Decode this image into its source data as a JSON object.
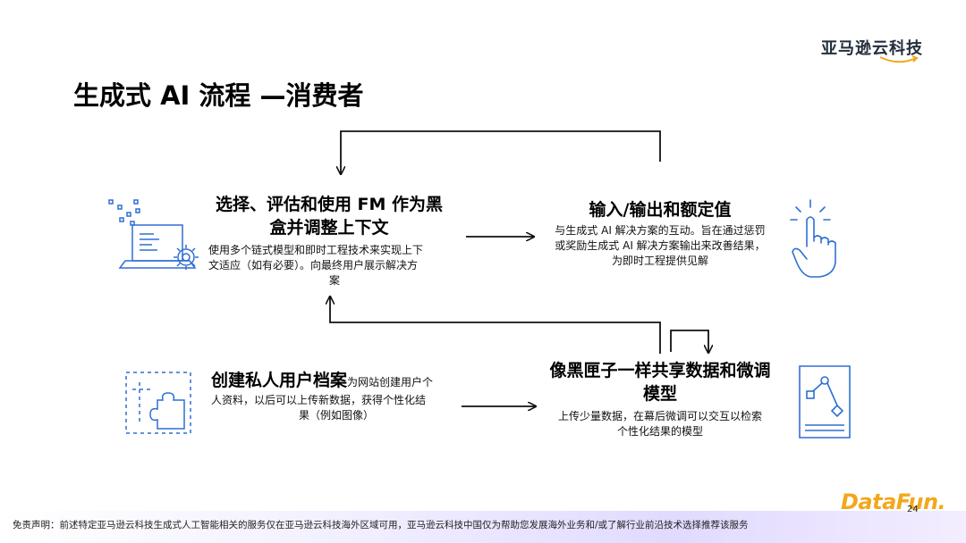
{
  "brand": "亚马逊云科技",
  "title": "生成式 AI 流程 —消费者",
  "blocks": {
    "select": {
      "title_line1": "选择、评估和使用 FM 作为黑",
      "title_line2": "盒并调整上下文",
      "desc_line1": "使用多个链式模型和即时工程技术来实现上下",
      "desc_line2": "文适应（如有必要）。向最终用户展示解决方",
      "desc_line3": "案"
    },
    "io": {
      "title": "输入/输出和额定值",
      "desc_line1": "与生成式 AI 解决方案的互动。旨在通过惩罚",
      "desc_line2": "或奖励生成式 AI 解决方案输出来改善结果，",
      "desc_line3": "为即时工程提供见解"
    },
    "profile": {
      "title": "创建私人用户档案",
      "desc_inline": "为网站创建用户个",
      "desc_line2": "人资料，以后可以上传新数据，获得个性化结",
      "desc_line3": "果（例如图像）"
    },
    "share": {
      "title_line1": "像黑匣子一样共享数据和微调",
      "title_line2": "模型",
      "desc_line1": "上传少量数据，在幕后微调可以交互以检索",
      "desc_line2": "个性化结果的模型"
    }
  },
  "footer": "免责声明：前述特定亚马逊云科技生成式人工智能相关的服务仅在亚马逊云科技海外区域可用，亚马逊云科技中国仅为帮助您发展海外业务和/或了解行业前沿技术选择推荐该服务",
  "logo": "DataFun.",
  "page_number": "24",
  "colors": {
    "icon_blue": "#2e6fd3",
    "arrow": "#111111",
    "logo_orange": "#f2a81d"
  }
}
